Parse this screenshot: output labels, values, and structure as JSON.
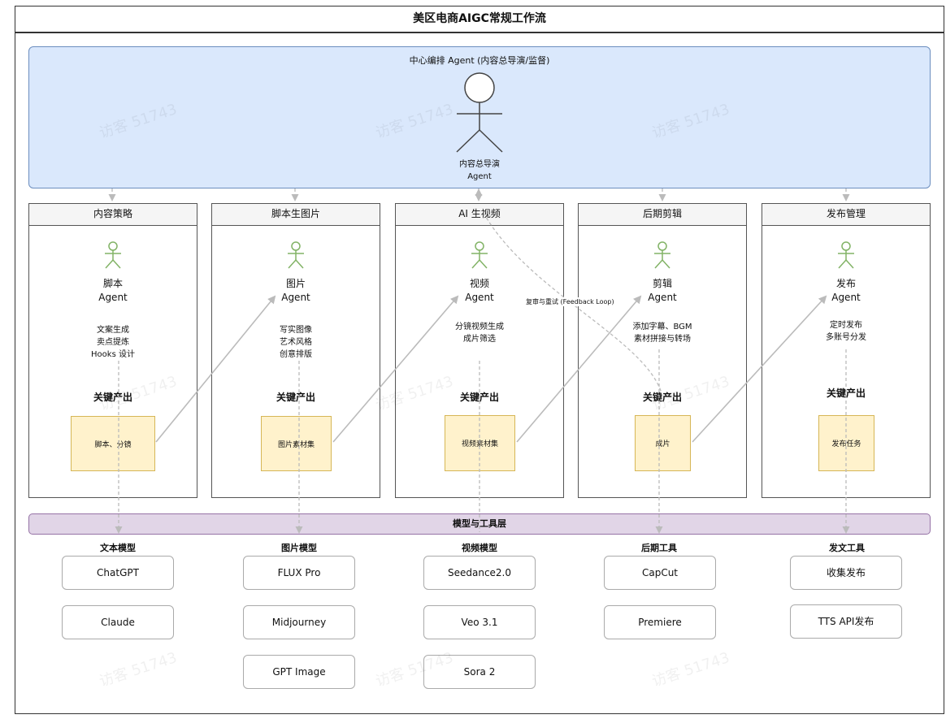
{
  "title": "美区电商AIGC常规工作流",
  "orchestrator": {
    "title": "中心编排 Agent (内容总导演/监督)",
    "actor_line1": "内容总导演",
    "actor_line2": "Agent"
  },
  "feedback_label": "复审与重试 (Feedback Loop)",
  "output_label": "关键产出",
  "stages": [
    {
      "header": "内容策略",
      "agent_line1": "脚本",
      "agent_line2": "Agent",
      "tasks": [
        "文案生成",
        "卖点提炼",
        "Hooks 设计"
      ],
      "output": "脚本、分镜"
    },
    {
      "header": "脚本生图片",
      "agent_line1": "图片",
      "agent_line2": "Agent",
      "tasks": [
        "写实图像",
        "艺术风格",
        "创意排版"
      ],
      "output": "图片素材集"
    },
    {
      "header": "AI 生视频",
      "agent_line1": "视频",
      "agent_line2": "Agent",
      "tasks": [
        "分镜视频生成",
        "成片筛选"
      ],
      "output": "视频素材集"
    },
    {
      "header": "后期剪辑",
      "agent_line1": "剪辑",
      "agent_line2": "Agent",
      "tasks": [
        "添加字幕、BGM",
        "素材拼接与转场"
      ],
      "output": "成片"
    },
    {
      "header": "发布管理",
      "agent_line1": "发布",
      "agent_line2": "Agent",
      "tasks": [
        "定时发布",
        "多账号分发"
      ],
      "output": "发布任务"
    }
  ],
  "tool_layer": {
    "title": "模型与工具层",
    "categories": [
      {
        "label": "文本模型",
        "tools": [
          "ChatGPT",
          "Claude"
        ]
      },
      {
        "label": "图片模型",
        "tools": [
          "FLUX Pro",
          "Midjourney",
          "GPT Image"
        ]
      },
      {
        "label": "视频模型",
        "tools": [
          "Seedance2.0",
          "Veo 3.1",
          "Sora 2"
        ]
      },
      {
        "label": "后期工具",
        "tools": [
          "CapCut",
          "Premiere"
        ]
      },
      {
        "label": "发文工具",
        "tools": [
          "收集发布",
          "TTS API发布"
        ]
      }
    ]
  },
  "watermark": "访客 51743",
  "colors": {
    "orchestrator_fill": "#dae8fc",
    "orchestrator_stroke": "#6c8ebf",
    "output_fill": "#fff2cc",
    "output_stroke": "#d6b656",
    "tool_layer_fill": "#e1d5e7",
    "tool_layer_stroke": "#9673a6",
    "agent_icon": "#82b366"
  }
}
